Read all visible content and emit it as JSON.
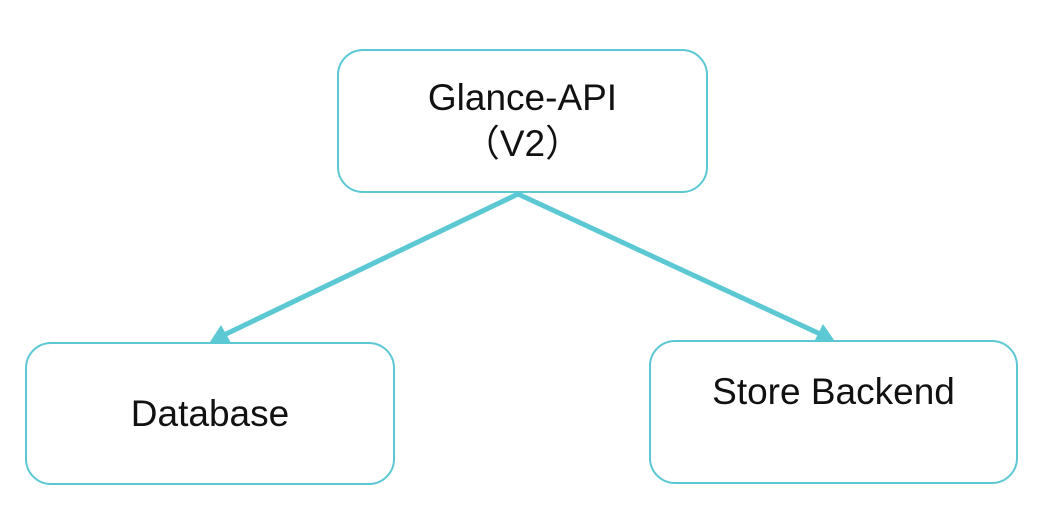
{
  "diagram": {
    "accent_color": "#5bc8d4",
    "nodes": {
      "glance_api": {
        "line1": "Glance-API",
        "line2": "（V2）"
      },
      "database": {
        "label": "Database"
      },
      "store_backend": {
        "label": "Store Backend"
      }
    },
    "edges": [
      {
        "from": "glance_api",
        "to": "database"
      },
      {
        "from": "glance_api",
        "to": "store_backend"
      }
    ]
  }
}
